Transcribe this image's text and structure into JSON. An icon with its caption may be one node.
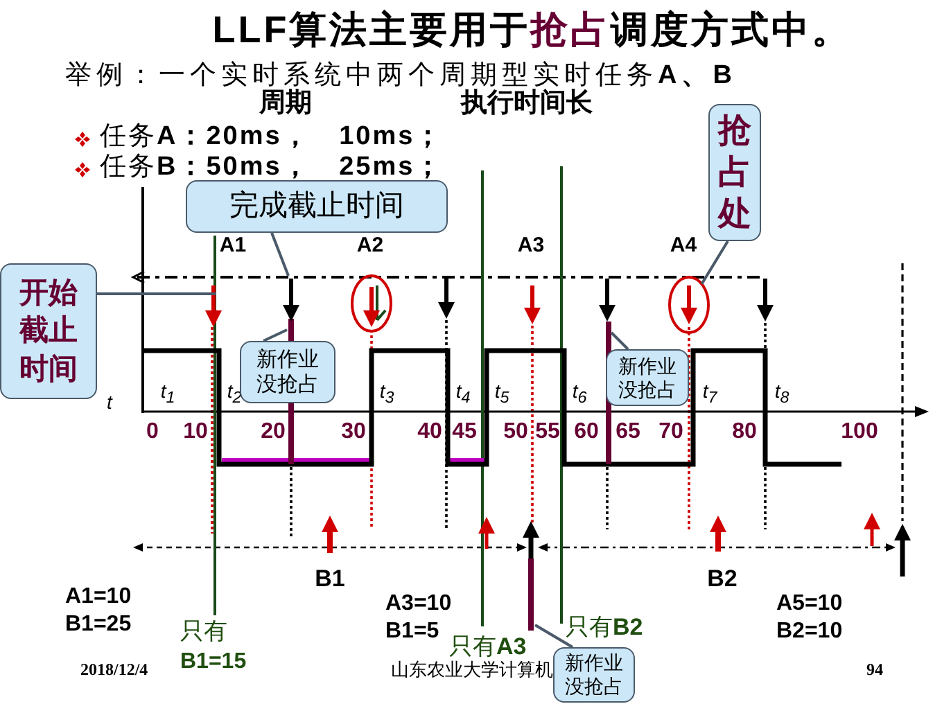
{
  "diagram": {
    "title": "LLF算法主要用于**抢占**调度方式中。",
    "nodes": [
      {
        "text": [
          "抢占处"
        ]
      },
      {
        "text": [
          "完成截止时间"
        ]
      },
      {
        "text": [
          "开始截止时间"
        ]
      },
      {
        "text": [],
        "shape": "circle"
      },
      {
        "text": [
          "新作业没抢占"
        ]
      },
      {
        "text": [
          "新作业没抢占"
        ]
      },
      {
        "text": [
          "新作业没抢占"
        ]
      }
    ],
    "edges": [
      {
        "from": 0,
        "to": 3,
        "arrow": "none"
      },
      {
        "from": 1,
        "to": null,
        "arrow": "none"
      },
      {
        "from": 2,
        "to": null,
        "arrow": "none"
      },
      {
        "from": 4,
        "to": null,
        "arrow": "none"
      },
      {
        "from": 5,
        "to": null,
        "arrow": "none"
      },
      {
        "from": 6,
        "to": null,
        "arrow": "none"
      }
    ],
    "labels": [
      "举例：一个实时系统中两个周期型实时任务**A、B**",
      "周期",
      "执行时间长",
      "任务**A：20ms， 10ms；**",
      "任务**B：50ms， 25ms；**",
      "A1",
      "A2",
      "A3",
      "A4",
      "t",
      "t$_{1}$",
      "t$_{2}$",
      "t$_{3}$",
      "t$_{4}$",
      "t$_{5}$",
      "t$_{6}$",
      "t$_{7}$",
      "t$_{8}$",
      "0",
      "10",
      "20",
      "30",
      "40",
      "45",
      "50",
      "55",
      "60",
      "65",
      "70",
      "80",
      "100",
      "B1",
      "B2",
      "A1=10",
      "B1=25",
      "只有",
      "B1=15",
      "A3=10",
      "B1=5",
      "只有**A3**",
      "只有**B2**",
      "A5=10",
      "B2=10",
      "2018/12/4",
      "山东农业大学计算机",
      "94"
    ]
  }
}
